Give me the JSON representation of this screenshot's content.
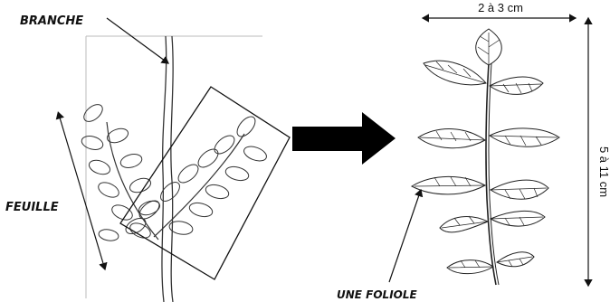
{
  "labels": {
    "branch": "BRANCHE",
    "leaf": "FEUILLE",
    "leaflet": "UNE FOLIOLE",
    "width": "2 à 3 cm",
    "length": "5 à 11 cm"
  }
}
